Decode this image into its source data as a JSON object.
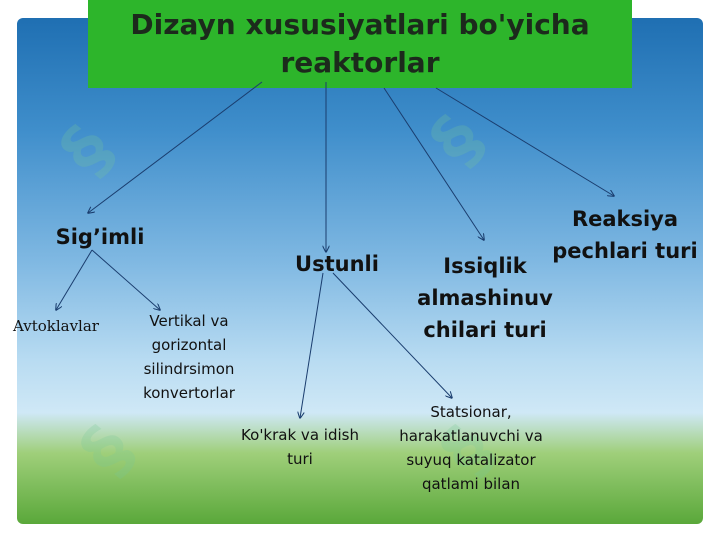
{
  "title": "Dizayn xususiyatlari bo'yicha reaktorlar",
  "nodes": {
    "sigimli": "Sig’imli",
    "ustunli": "Ustunli",
    "issiqlik_line1": "Issiqlik",
    "issiqlik_line2": "almashinuv",
    "issiqlik_line3": "chilari turi",
    "reaksiya_line1": "Reaksiya",
    "reaksiya_line2": "pechlari turi",
    "avtoklavlar": "Avtoklavlar",
    "vertikal_line1": "Vertikal va",
    "vertikal_line2": "gorizontal",
    "vertikal_line3": "silindrsimon",
    "vertikal_line4": "konvertorlar",
    "kokrak_line1": "Ko'krak va idish",
    "kokrak_line2": "turi",
    "statsionar_line1": "Statsionar,",
    "statsionar_line2": "harakatlanuvchi va",
    "statsionar_line3": "suyuq katalizator",
    "statsionar_line4": "qatlami bilan"
  },
  "colors": {
    "title_bg": "#2db52b",
    "arrow": "#1a3d6e"
  }
}
